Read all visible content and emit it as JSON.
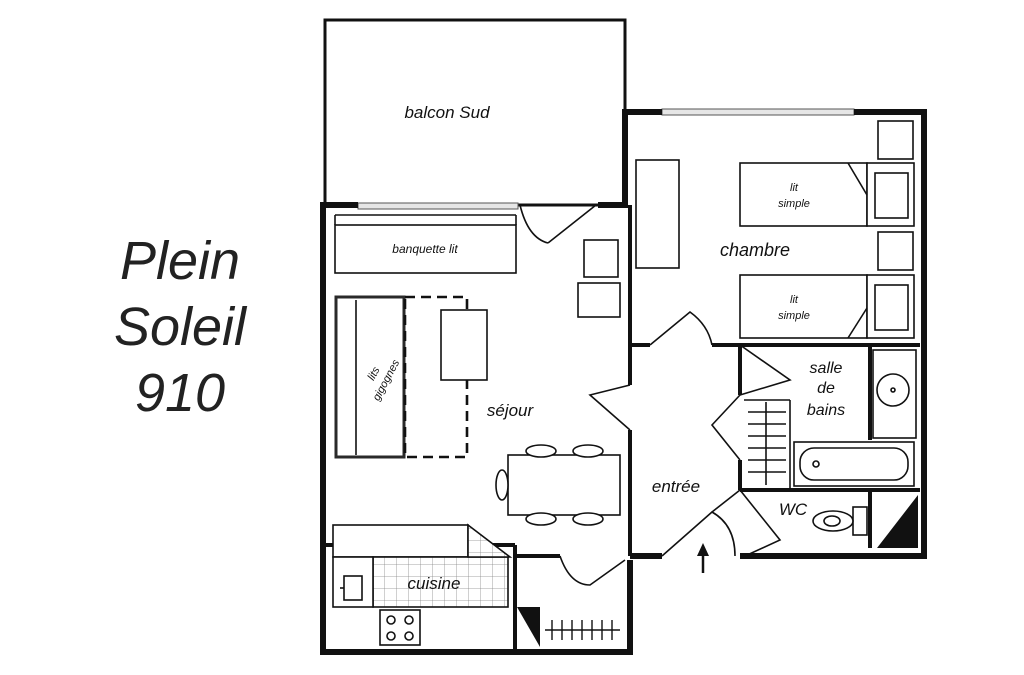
{
  "title": {
    "line1": "Plein",
    "line2": "Soleil",
    "line3": "910"
  },
  "rooms": {
    "balcon": "balcon Sud",
    "chambre": "chambre",
    "sejour": "séjour",
    "entree": "entrée",
    "cuisine": "cuisine",
    "salle_de_bains": [
      "salle",
      "de",
      "bains"
    ],
    "wc": "WC"
  },
  "furniture": {
    "banquette": "banquette lit",
    "lits_gigognes": [
      "lits",
      "gigognes"
    ],
    "lit_simple_1": [
      "lit",
      "simple"
    ],
    "lit_simple_2": [
      "lit",
      "simple"
    ]
  },
  "icons": [
    "entrance-arrow-icon",
    "stove-icon",
    "bathtub-icon",
    "sink-icon",
    "toilet-icon"
  ]
}
